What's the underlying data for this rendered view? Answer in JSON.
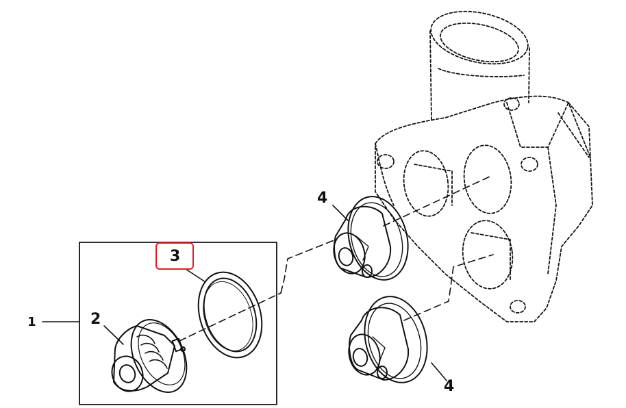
{
  "callouts": {
    "assembly": "1",
    "thermostat": "2",
    "gasket": "3",
    "seal_upper": "4",
    "seal_lower": "4"
  },
  "highlight": {
    "target": "3",
    "color": "#e0202a"
  },
  "colors": {
    "line": "#111111",
    "hidden_line": "#222222"
  }
}
